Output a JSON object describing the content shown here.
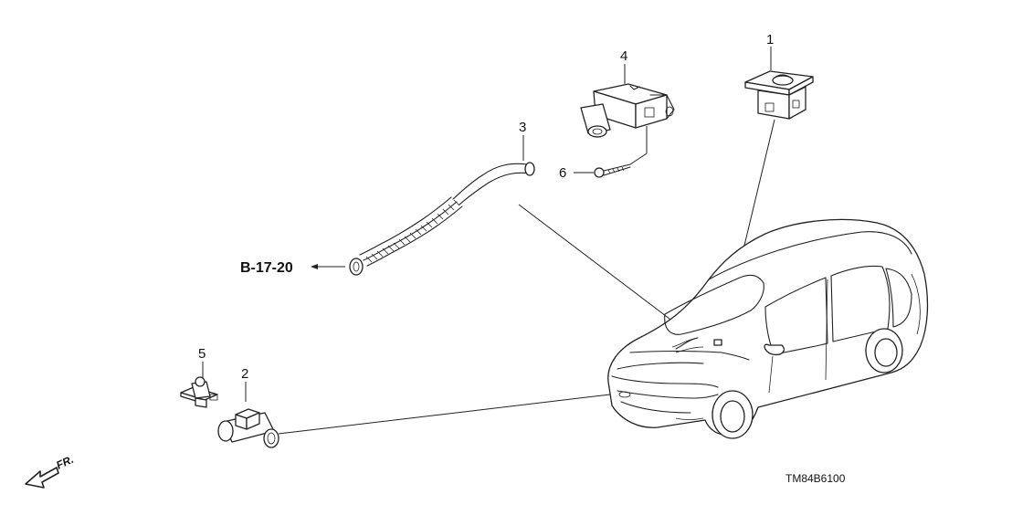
{
  "diagram": {
    "callouts": {
      "p1": "1",
      "p2": "2",
      "p3": "3",
      "p4": "4",
      "p5": "5",
      "p6": "6"
    },
    "reference": "B-17-20",
    "direction": "FR.",
    "drawing_code": "TM84B6100"
  }
}
